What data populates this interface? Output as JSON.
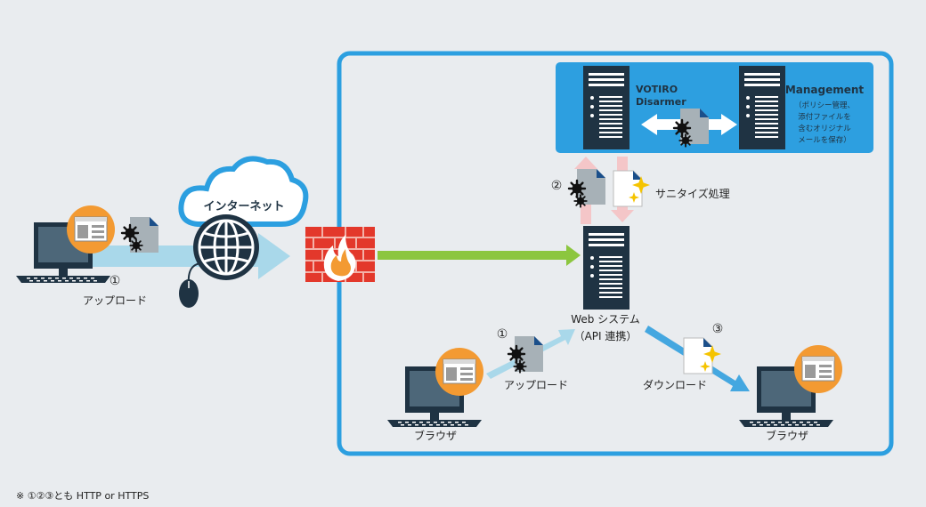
{
  "labels": {
    "internet": "インターネット",
    "upload_left_num": "①",
    "upload_left": "アップロード",
    "votiro_line1": "VOTIRO",
    "votiro_line2": "Disarmer",
    "management": "Management",
    "mgmt_note_1": "（ポリシー管理、",
    "mgmt_note_2": "添付ファイルを",
    "mgmt_note_3": "含むオリジナル",
    "mgmt_note_4": "メールを保存）",
    "sanitize_num": "②",
    "sanitize": "サニタイズ処理",
    "web_system_1": "Web システム",
    "web_system_2": "（API 連携）",
    "upload_inner_num": "①",
    "upload_inner": "アップロード",
    "download_num": "③",
    "download": "ダウンロード",
    "browser_left": "ブラウザ",
    "browser_right": "ブラウザ",
    "footnote": "※ ①②③とも HTTP or HTTPS"
  },
  "colors": {
    "background": "#e9ecef",
    "frame_blue": "#2c9fe0",
    "votiro_panel": "#2d9fe0",
    "server_dark": "#1f3343",
    "green_arrow": "#8cc63f",
    "light_blue_arrow": "#a9d8ea",
    "blue_arrow": "#44a7e0",
    "pink_arrow": "#f4c6c8",
    "orange_badge": "#f39a32",
    "firewall_red": "#e3382b"
  },
  "icons": [
    "computer-icon",
    "browser-window-icon",
    "file-icon",
    "virus-icon",
    "cloud-icon",
    "globe-icon",
    "mouse-icon",
    "firewall-icon",
    "fire-icon",
    "server-icon",
    "sparkle-icon"
  ]
}
